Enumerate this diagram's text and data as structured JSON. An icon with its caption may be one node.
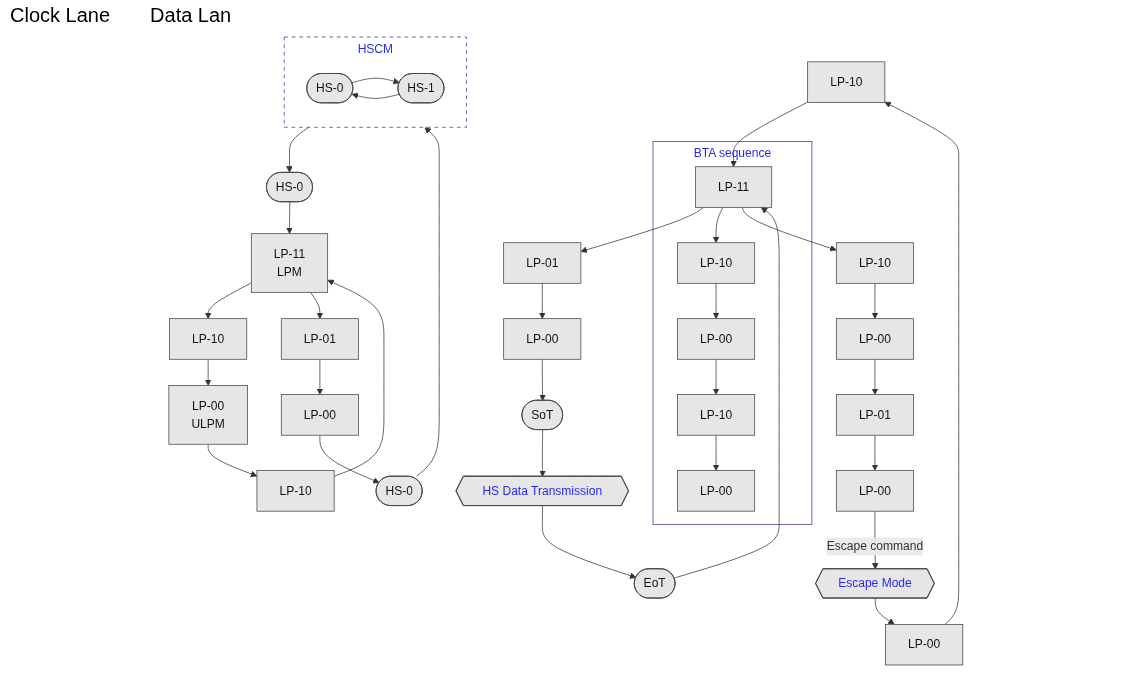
{
  "diagram": {
    "nodes": [
      {
        "text": [
          "LP-10"
        ]
      },
      {
        "text": [
          "LP-00",
          "ULPM"
        ]
      },
      {
        "text": [
          "LP-11",
          "LPM"
        ]
      },
      {
        "text": [
          "LP-01"
        ]
      },
      {
        "text": [
          "LP-10"
        ]
      },
      {
        "text": [
          "LP-00"
        ]
      },
      {
        "text": [
          "HS-0"
        ]
      },
      {
        "text": [
          "HS-0"
        ]
      },
      {
        "text": [
          "HSCM"
        ]
      },
      {
        "text": [
          "HS-0"
        ],
        "in": 8
      },
      {
        "text": [
          "HS-1"
        ],
        "in": 8
      },
      {
        "text": [
          "SoT"
        ]
      },
      {
        "text": [
          "LP-00"
        ]
      },
      {
        "text": [
          "HS Data Transmission"
        ]
      },
      {
        "text": [
          "EoT"
        ]
      },
      {
        "text": [
          "LP-01"
        ]
      },
      {
        "text": [
          "BTA sequence"
        ]
      },
      {
        "text": [
          "LP-11"
        ],
        "in": 16
      },
      {
        "text": [
          "LP-10"
        ],
        "in": 16
      },
      {
        "text": [
          "LP-00"
        ],
        "in": 16
      },
      {
        "text": [
          "LP-10"
        ],
        "in": 16
      },
      {
        "text": [
          "LP-00"
        ],
        "in": 16
      },
      {
        "text": [
          "LP-10"
        ]
      },
      {
        "text": [
          "LP-00"
        ]
      },
      {
        "text": [
          "LP-01"
        ]
      },
      {
        "text": [
          "LP-00"
        ]
      },
      {
        "text": [
          "Escape Mode"
        ]
      },
      {
        "text": [
          "LP-00"
        ]
      },
      {
        "text": [
          "LP-10"
        ]
      }
    ],
    "edges": [
      {
        "from": 0,
        "to": 1,
        "arrow": "to"
      },
      {
        "from": 1,
        "to": 4,
        "arrow": "to"
      },
      {
        "from": 4,
        "to": 2,
        "arrow": "to"
      },
      {
        "from": 2,
        "to": 0,
        "arrow": "to"
      },
      {
        "from": 2,
        "to": 3,
        "arrow": "to"
      },
      {
        "from": 3,
        "to": 5,
        "arrow": "to"
      },
      {
        "from": 5,
        "to": 7,
        "arrow": "to"
      },
      {
        "from": 7,
        "to": 8,
        "arrow": "to"
      },
      {
        "from": 8,
        "to": 6,
        "arrow": "to"
      },
      {
        "from": 6,
        "to": 2,
        "arrow": "to"
      },
      {
        "from": 9,
        "to": 10,
        "arrow": "to"
      },
      {
        "from": 10,
        "to": 9,
        "arrow": "to"
      },
      {
        "from": 12,
        "to": 11,
        "arrow": "to"
      },
      {
        "from": 11,
        "to": 13,
        "arrow": "to"
      },
      {
        "from": 13,
        "to": 14,
        "arrow": "to"
      },
      {
        "from": 14,
        "to": 17,
        "arrow": "to"
      },
      {
        "from": 17,
        "to": 15,
        "arrow": "to"
      },
      {
        "from": 15,
        "to": 12,
        "arrow": "to"
      },
      {
        "from": 17,
        "to": 18,
        "arrow": "to"
      },
      {
        "from": 18,
        "to": 19,
        "arrow": "to"
      },
      {
        "from": 19,
        "to": 20,
        "arrow": "to"
      },
      {
        "from": 20,
        "to": 21,
        "arrow": "to"
      },
      {
        "from": 17,
        "to": 22,
        "arrow": "to"
      },
      {
        "from": 22,
        "to": 23,
        "arrow": "to"
      },
      {
        "from": 23,
        "to": 24,
        "arrow": "to"
      },
      {
        "from": 24,
        "to": 25,
        "arrow": "to"
      },
      {
        "from": 25,
        "to": 26,
        "arrow": "to",
        "label": "Escape command"
      },
      {
        "from": 26,
        "to": 27,
        "arrow": "to"
      },
      {
        "from": 27,
        "to": 28,
        "arrow": "to"
      },
      {
        "from": 28,
        "to": 17,
        "arrow": "to"
      }
    ],
    "labels": [
      "Clock Lane",
      "Data Lan"
    ]
  }
}
